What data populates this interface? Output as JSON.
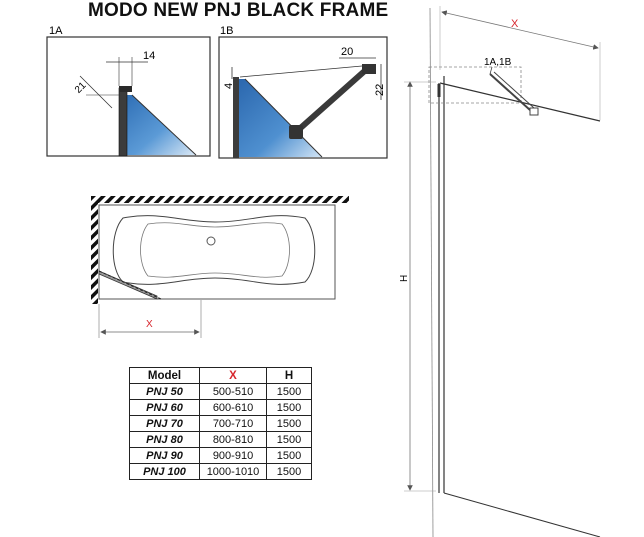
{
  "title": "MODO NEW PNJ BLACK FRAME",
  "detail_1a": {
    "label": "1A",
    "dim_top": "14",
    "dim_side": "21"
  },
  "detail_1b": {
    "label": "1B",
    "dim_top": "20",
    "dim_left": "4",
    "dim_right": "22"
  },
  "plan_view": {
    "dim_label": "X"
  },
  "elevation": {
    "dim_width": "X",
    "dim_height": "H",
    "detail_ref": "1A,1B"
  },
  "colors": {
    "glass": "#3c82c8",
    "frame": "#4a4a4a",
    "accent": "#d7262d"
  },
  "table": {
    "headers": [
      "Model",
      "X",
      "H"
    ],
    "rows": [
      {
        "model": "PNJ 50",
        "x": "500-510",
        "h": "1500"
      },
      {
        "model": "PNJ 60",
        "x": "600-610",
        "h": "1500"
      },
      {
        "model": "PNJ 70",
        "x": "700-710",
        "h": "1500"
      },
      {
        "model": "PNJ 80",
        "x": "800-810",
        "h": "1500"
      },
      {
        "model": "PNJ 90",
        "x": "900-910",
        "h": "1500"
      },
      {
        "model": "PNJ 100",
        "x": "1000-1010",
        "h": "1500"
      }
    ]
  }
}
